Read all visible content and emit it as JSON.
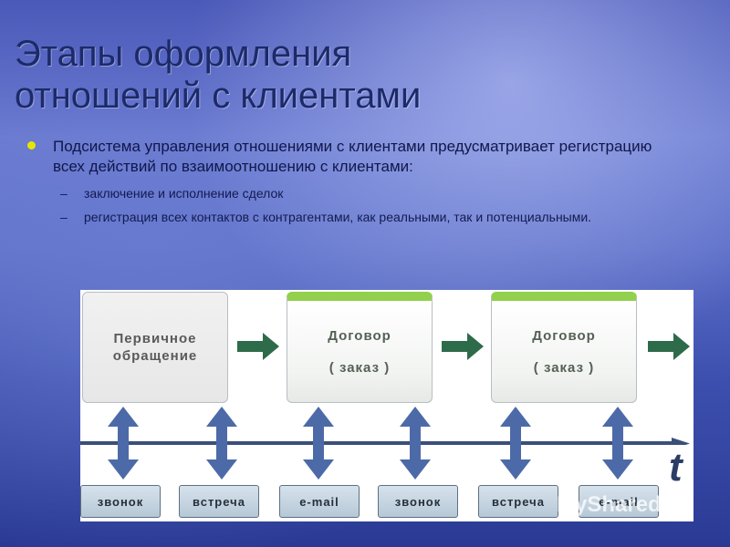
{
  "slide": {
    "title_line1": "Этапы оформления",
    "title_line2": "отношений с клиентами",
    "bullet_text": "Подсистема управления отношениями с клиентами предусматривает регистрацию всех действий по взаимоотношению с клиентами:",
    "sub_dash": "–",
    "sub_items": [
      "заключение и исполнение сделок",
      "регистрация всех контактов с контрагентами, как реальными, так и потенциальными."
    ]
  },
  "diagram": {
    "stages": [
      {
        "line1": "Первичное",
        "line2": "обращение"
      },
      {
        "line1": "Договор",
        "line2": "( заказ )"
      },
      {
        "line1": "Договор",
        "line2": "( заказ )"
      }
    ],
    "time_label": "t",
    "events": [
      "звонок",
      "встреча",
      "e-mail",
      "звонок",
      "встреча",
      "e-mail"
    ],
    "colors": {
      "arrow": "#2e6b4a",
      "timeline": "#3b4f7a",
      "double_arrow": "#4d6aa8",
      "stage_top": "#92d04e"
    }
  },
  "watermark": {
    "text": "MyShared"
  }
}
